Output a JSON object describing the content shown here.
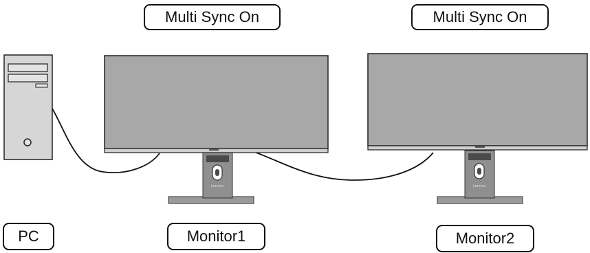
{
  "labels": {
    "sync_monitor1": "Multi Sync On",
    "sync_monitor2": "Multi Sync On",
    "pc": "PC",
    "monitor1": "Monitor1",
    "monitor2": "Monitor2",
    "stand_brand": "Lenovo"
  },
  "colors": {
    "screen_fill": "#a8a8a8",
    "pc_body": "#d6d6d6",
    "stand": "#8f8f8f",
    "stand_dark": "#4a4a4a",
    "outline": "#222222",
    "cable": "#111111"
  }
}
